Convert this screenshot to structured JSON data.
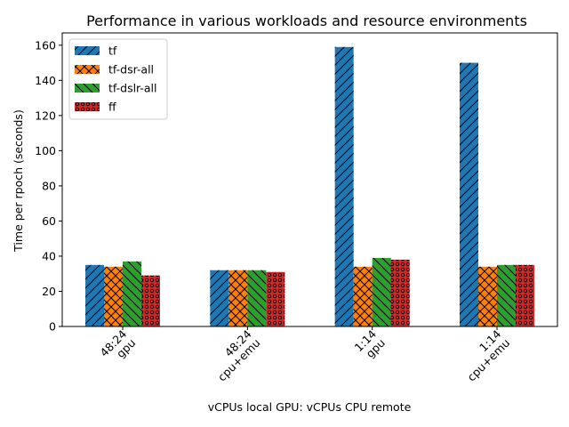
{
  "chart_data": {
    "type": "bar",
    "title": "Performance in various workloads and resource environments",
    "xlabel": "vCPUs local GPU: vCPUs CPU remote",
    "ylabel": "Time per rpoch (seconds)",
    "categories": [
      [
        "48:24",
        "gpu"
      ],
      [
        "48:24",
        "cpu+emu"
      ],
      [
        "1:14",
        "gpu"
      ],
      [
        "1:14",
        "cpu+emu"
      ]
    ],
    "ylim": [
      0,
      167
    ],
    "yticks": [
      0,
      20,
      40,
      60,
      80,
      100,
      120,
      140,
      160
    ],
    "grid": false,
    "legend_position": "top-left",
    "series": [
      {
        "name": "tf",
        "color": "#1f77b4",
        "hatch": "diagonal",
        "values": [
          35,
          32,
          159,
          150
        ]
      },
      {
        "name": "tf-dsr-all",
        "color": "#ff7f0e",
        "hatch": "cross",
        "values": [
          34,
          32,
          34,
          34
        ]
      },
      {
        "name": "tf-dslr-all",
        "color": "#2ca02c",
        "hatch": "backslash",
        "values": [
          37,
          32,
          39,
          35
        ]
      },
      {
        "name": "ff",
        "color": "#d62728",
        "hatch": "dots",
        "values": [
          29,
          31,
          38,
          35
        ]
      }
    ]
  }
}
